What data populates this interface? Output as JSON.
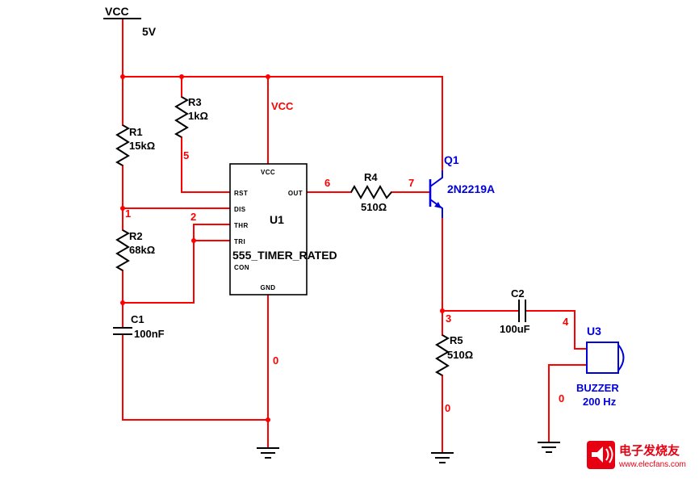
{
  "colors": {
    "bg": "#ffffff",
    "wire": "#ff0000",
    "net": "#ff0000",
    "comp": "#000000",
    "semi": "#0000dd",
    "brand": "#e60012"
  },
  "power": {
    "label": "VCC",
    "value": "5V"
  },
  "net_labels": {
    "vcc": "VCC",
    "n1": "1",
    "n2": "2",
    "n3": "3",
    "n4": "4",
    "n5": "5",
    "n6": "6",
    "n7": "7",
    "gnd_u1": "0",
    "gnd_r5": "0",
    "gnd_u3": "0"
  },
  "components": {
    "r1": {
      "ref": "R1",
      "value": "15kΩ"
    },
    "r2": {
      "ref": "R2",
      "value": "68kΩ"
    },
    "r3": {
      "ref": "R3",
      "value": "1kΩ"
    },
    "r4": {
      "ref": "R4",
      "value": "510Ω"
    },
    "r5": {
      "ref": "R5",
      "value": "510Ω"
    },
    "c1": {
      "ref": "C1",
      "value": "100nF"
    },
    "c2": {
      "ref": "C2",
      "value": "100uF"
    },
    "u1": {
      "ref": "U1",
      "part": "555_TIMER_RATED",
      "pins": {
        "vcc": "VCC",
        "rst": "RST",
        "dis": "DIS",
        "thr": "THR",
        "tri": "TRI",
        "con": "CON",
        "out": "OUT",
        "gnd": "GND"
      }
    },
    "q1": {
      "ref": "Q1",
      "part": "2N2219A"
    },
    "u3": {
      "ref": "U3",
      "part": "BUZZER",
      "value": "200 Hz"
    }
  },
  "watermark": {
    "brand": "电子发烧友",
    "url": "www.elecfans.com"
  }
}
